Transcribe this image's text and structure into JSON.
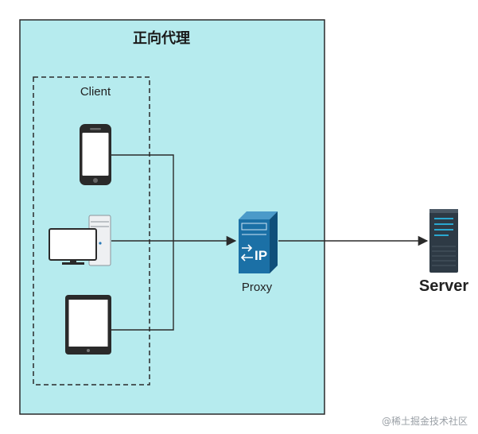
{
  "diagram": {
    "title": "正向代理",
    "client_label": "Client",
    "proxy_label": "Proxy",
    "proxy_badge": "IP",
    "server_label": "Server",
    "watermark": "@稀土掘金技术社区"
  },
  "colors": {
    "region_fill": "#b6ebee",
    "region_stroke": "#2a2a2a",
    "proxy_blue": "#1b70a6",
    "line": "#2a2a2a",
    "server_dark": "#2e3a45",
    "server_led": "#2aa7cf"
  },
  "icons": [
    "phone-icon",
    "desktop-computer-icon",
    "tablet-icon",
    "proxy-server-icon",
    "server-rack-icon"
  ]
}
